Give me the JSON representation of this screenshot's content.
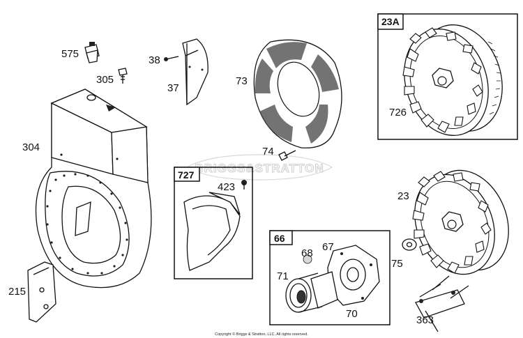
{
  "parts": {
    "p575": "575",
    "p305": "305",
    "p38": "38",
    "p37": "37",
    "p73": "73",
    "p23A": "23A",
    "p726": "726",
    "p304": "304",
    "p74": "74",
    "p727": "727",
    "p423": "423",
    "p23": "23",
    "p66": "66",
    "p68": "68",
    "p67": "67",
    "p71": "71",
    "p70": "70",
    "p75": "75",
    "p215": "215",
    "p363": "363"
  },
  "watermark": "BRIGGS&STRATTON",
  "copyright": "Copyright © Briggs & Stratton, LLC. All rights reserved."
}
